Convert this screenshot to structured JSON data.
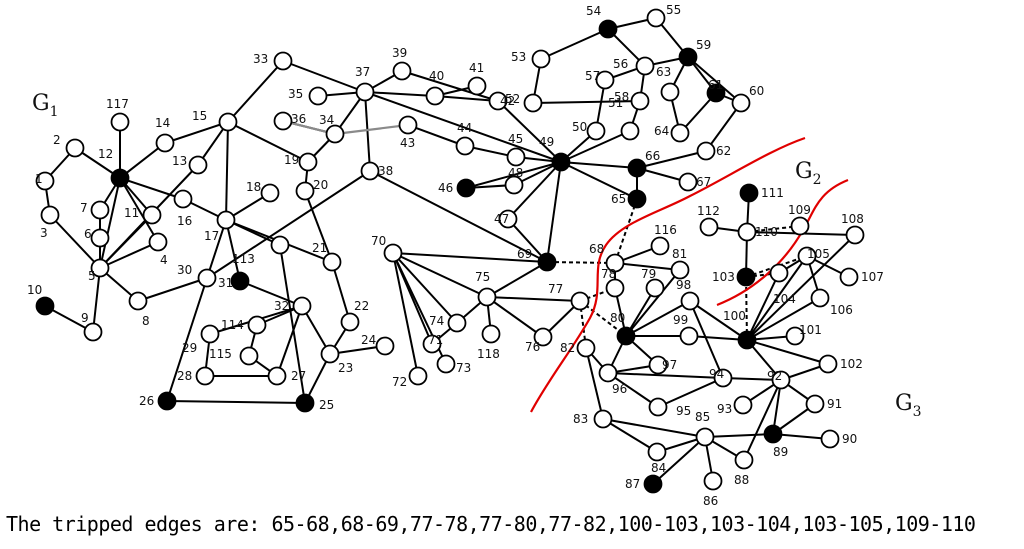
{
  "caption": "The tripped edges are: 65-68,68-69,77-78,77-80,77-82,100-103,103-104,103-105,109-110",
  "group_labels": [
    {
      "id": "g1",
      "letter": "G",
      "sub": "1"
    },
    {
      "id": "g2",
      "letter": "G",
      "sub": "2"
    },
    {
      "id": "g3",
      "letter": "G",
      "sub": "3"
    }
  ],
  "colors": {
    "node_fill": "#ffffff",
    "generator_fill": "#000000",
    "edge": "#000000",
    "highlight_edge": "#8a8a8a",
    "partition_curve": "#e00000"
  },
  "generator_nodes": [
    "10",
    "12",
    "25",
    "26",
    "31",
    "46",
    "49",
    "54",
    "59",
    "61",
    "65",
    "66",
    "69",
    "80",
    "87",
    "89",
    "100",
    "103",
    "111"
  ],
  "nodes": [
    "1",
    "2",
    "3",
    "4",
    "5",
    "6",
    "7",
    "8",
    "9",
    "10",
    "11",
    "12",
    "13",
    "14",
    "15",
    "16",
    "17",
    "18",
    "19",
    "20",
    "21",
    "22",
    "23",
    "24",
    "25",
    "26",
    "27",
    "28",
    "29",
    "30",
    "31",
    "32",
    "33",
    "34",
    "35",
    "36",
    "37",
    "38",
    "39",
    "40",
    "41",
    "42",
    "43",
    "44",
    "45",
    "46",
    "47",
    "48",
    "49",
    "50",
    "51",
    "52",
    "53",
    "54",
    "55",
    "56",
    "57",
    "58",
    "59",
    "60",
    "61",
    "62",
    "63",
    "64",
    "65",
    "66",
    "67",
    "68",
    "69",
    "70",
    "71",
    "72",
    "73",
    "74",
    "75",
    "76",
    "77",
    "78",
    "79",
    "80",
    "81",
    "82",
    "83",
    "84",
    "85",
    "86",
    "87",
    "88",
    "89",
    "90",
    "91",
    "92",
    "93",
    "94",
    "95",
    "96",
    "97",
    "98",
    "99",
    "100",
    "101",
    "102",
    "103",
    "104",
    "105",
    "106",
    "107",
    "108",
    "109",
    "110",
    "111",
    "112",
    "113",
    "114",
    "115",
    "116",
    "117",
    "118"
  ],
  "edges": [
    [
      "1",
      "2"
    ],
    [
      "1",
      "3"
    ],
    [
      "2",
      "12"
    ],
    [
      "3",
      "5"
    ],
    [
      "5",
      "6"
    ],
    [
      "6",
      "7"
    ],
    [
      "7",
      "12"
    ],
    [
      "5",
      "12"
    ],
    [
      "5",
      "9"
    ],
    [
      "9",
      "10"
    ],
    [
      "5",
      "8"
    ],
    [
      "8",
      "30"
    ],
    [
      "5",
      "4"
    ],
    [
      "4",
      "12"
    ],
    [
      "11",
      "12"
    ],
    [
      "11",
      "5"
    ],
    [
      "12",
      "117"
    ],
    [
      "12",
      "14"
    ],
    [
      "14",
      "15"
    ],
    [
      "12",
      "16"
    ],
    [
      "16",
      "17"
    ],
    [
      "13",
      "15"
    ],
    [
      "13",
      "5"
    ],
    [
      "15",
      "17"
    ],
    [
      "15",
      "19"
    ],
    [
      "15",
      "33"
    ],
    [
      "17",
      "18"
    ],
    [
      "17",
      "30"
    ],
    [
      "17",
      "31"
    ],
    [
      "17",
      "21"
    ],
    [
      "17",
      "113"
    ],
    [
      "19",
      "34"
    ],
    [
      "19",
      "20"
    ],
    [
      "20",
      "21"
    ],
    [
      "21",
      "22"
    ],
    [
      "22",
      "23"
    ],
    [
      "23",
      "32"
    ],
    [
      "23",
      "24"
    ],
    [
      "23",
      "25"
    ],
    [
      "30",
      "26"
    ],
    [
      "26",
      "25"
    ],
    [
      "30",
      "38"
    ],
    [
      "31",
      "32"
    ],
    [
      "32",
      "27"
    ],
    [
      "32",
      "114"
    ],
    [
      "114",
      "115"
    ],
    [
      "115",
      "27"
    ],
    [
      "27",
      "28"
    ],
    [
      "28",
      "29"
    ],
    [
      "29",
      "32"
    ],
    [
      "113",
      "25"
    ],
    [
      "33",
      "37"
    ],
    [
      "34",
      "37"
    ],
    [
      "35",
      "37"
    ],
    [
      "36",
      "34"
    ],
    [
      "37",
      "39"
    ],
    [
      "37",
      "40"
    ],
    [
      "40",
      "41"
    ],
    [
      "40",
      "42"
    ],
    [
      "39",
      "42"
    ],
    [
      "37",
      "38"
    ],
    [
      "38",
      "69"
    ],
    [
      "37",
      "49"
    ],
    [
      "42",
      "49"
    ],
    [
      "43",
      "44"
    ],
    [
      "44",
      "45"
    ],
    [
      "45",
      "49"
    ],
    [
      "46",
      "49"
    ],
    [
      "46",
      "48"
    ],
    [
      "47",
      "49"
    ],
    [
      "47",
      "69"
    ],
    [
      "49",
      "50"
    ],
    [
      "49",
      "51"
    ],
    [
      "49",
      "69"
    ],
    [
      "49",
      "65"
    ],
    [
      "49",
      "66"
    ],
    [
      "49",
      "48"
    ],
    [
      "50",
      "57"
    ],
    [
      "51",
      "58"
    ],
    [
      "52",
      "53"
    ],
    [
      "53",
      "54"
    ],
    [
      "54",
      "55"
    ],
    [
      "55",
      "59"
    ],
    [
      "54",
      "56"
    ],
    [
      "56",
      "57"
    ],
    [
      "56",
      "58"
    ],
    [
      "56",
      "59"
    ],
    [
      "52",
      "58"
    ],
    [
      "59",
      "60"
    ],
    [
      "59",
      "61"
    ],
    [
      "59",
      "63"
    ],
    [
      "60",
      "61"
    ],
    [
      "60",
      "62"
    ],
    [
      "61",
      "64"
    ],
    [
      "63",
      "64"
    ],
    [
      "62",
      "66"
    ],
    [
      "66",
      "65"
    ],
    [
      "66",
      "67"
    ],
    [
      "69",
      "70"
    ],
    [
      "69",
      "75"
    ],
    [
      "70",
      "72"
    ],
    [
      "70",
      "73"
    ],
    [
      "70",
      "74"
    ],
    [
      "70",
      "71"
    ],
    [
      "70",
      "75"
    ],
    [
      "71",
      "74"
    ],
    [
      "74",
      "75"
    ],
    [
      "75",
      "77"
    ],
    [
      "75",
      "118"
    ],
    [
      "75",
      "76"
    ],
    [
      "76",
      "77"
    ],
    [
      "68",
      "116"
    ],
    [
      "68",
      "78"
    ],
    [
      "68",
      "81"
    ],
    [
      "79",
      "80"
    ],
    [
      "81",
      "80"
    ],
    [
      "80",
      "78"
    ],
    [
      "80",
      "96"
    ],
    [
      "80",
      "97"
    ],
    [
      "80",
      "99"
    ],
    [
      "80",
      "98"
    ],
    [
      "82",
      "96"
    ],
    [
      "82",
      "83"
    ],
    [
      "83",
      "84"
    ],
    [
      "83",
      "85"
    ],
    [
      "84",
      "85"
    ],
    [
      "85",
      "86"
    ],
    [
      "85",
      "87"
    ],
    [
      "85",
      "88"
    ],
    [
      "85",
      "89"
    ],
    [
      "89",
      "90"
    ],
    [
      "89",
      "91"
    ],
    [
      "89",
      "92"
    ],
    [
      "88",
      "92"
    ],
    [
      "91",
      "92"
    ],
    [
      "92",
      "93"
    ],
    [
      "92",
      "94"
    ],
    [
      "92",
      "102"
    ],
    [
      "94",
      "96"
    ],
    [
      "94",
      "95"
    ],
    [
      "94",
      "98"
    ],
    [
      "95",
      "96"
    ],
    [
      "96",
      "97"
    ],
    [
      "98",
      "100"
    ],
    [
      "99",
      "100"
    ],
    [
      "100",
      "101"
    ],
    [
      "100",
      "102"
    ],
    [
      "100",
      "92"
    ],
    [
      "100",
      "104"
    ],
    [
      "100",
      "105"
    ],
    [
      "100",
      "106"
    ],
    [
      "100",
      "108"
    ],
    [
      "103",
      "110"
    ],
    [
      "110",
      "112"
    ],
    [
      "110",
      "108"
    ],
    [
      "110",
      "111"
    ],
    [
      "105",
      "107"
    ],
    [
      "105",
      "106"
    ],
    [
      "104",
      "105"
    ]
  ],
  "highlight_edges": [
    [
      "36",
      "34"
    ],
    [
      "34",
      "43"
    ]
  ],
  "tripped_edges": [
    [
      "65",
      "68"
    ],
    [
      "68",
      "69"
    ],
    [
      "77",
      "78"
    ],
    [
      "77",
      "80"
    ],
    [
      "77",
      "82"
    ],
    [
      "100",
      "103"
    ],
    [
      "103",
      "104"
    ],
    [
      "103",
      "105"
    ],
    [
      "109",
      "110"
    ]
  ]
}
